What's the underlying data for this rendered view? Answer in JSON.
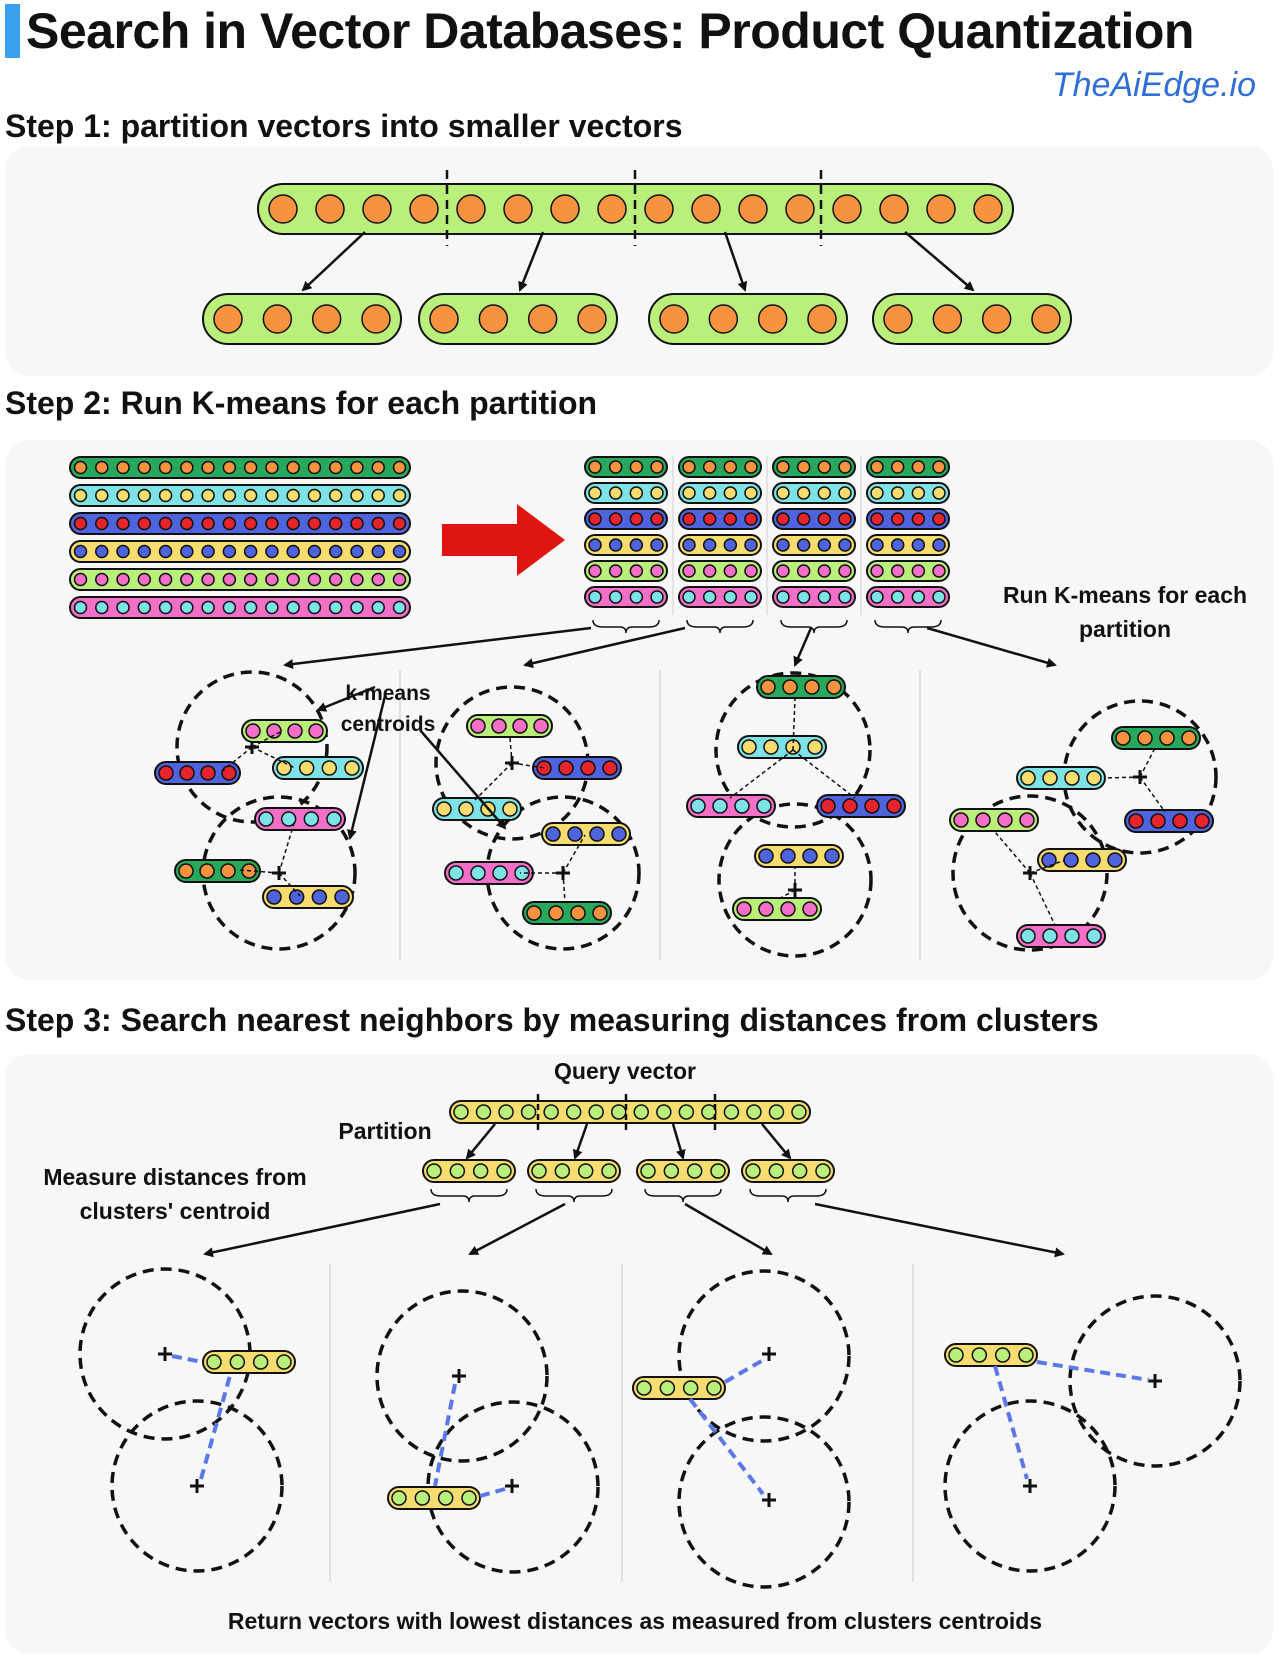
{
  "header": {
    "title": "Search in Vector Databases: Product Quantization",
    "brand": "TheAiEdge.io"
  },
  "step1": {
    "title": "Step 1: partition vectors into smaller vectors"
  },
  "step2": {
    "title": "Step 2: Run K-means for each partition",
    "side_label": "Run K-means for each partition",
    "centroids_label": "k-means centroids"
  },
  "step3": {
    "title": "Step 3: Search nearest neighbors by measuring distances from clusters",
    "query_label": "Query vector",
    "partition_label": "Partition",
    "measure_label": "Measure distances from clusters' centroid",
    "footer": "Return vectors with lowest distances as measured from clusters centroids"
  },
  "colors": {
    "accent_bar": "#3aa0f0",
    "brand": "#2f6fd6",
    "vector_green": "#b9ef7a",
    "dot_orange": "#f7933f",
    "arrow_red": "#e0150f",
    "distance_line": "#5a78e8"
  }
}
